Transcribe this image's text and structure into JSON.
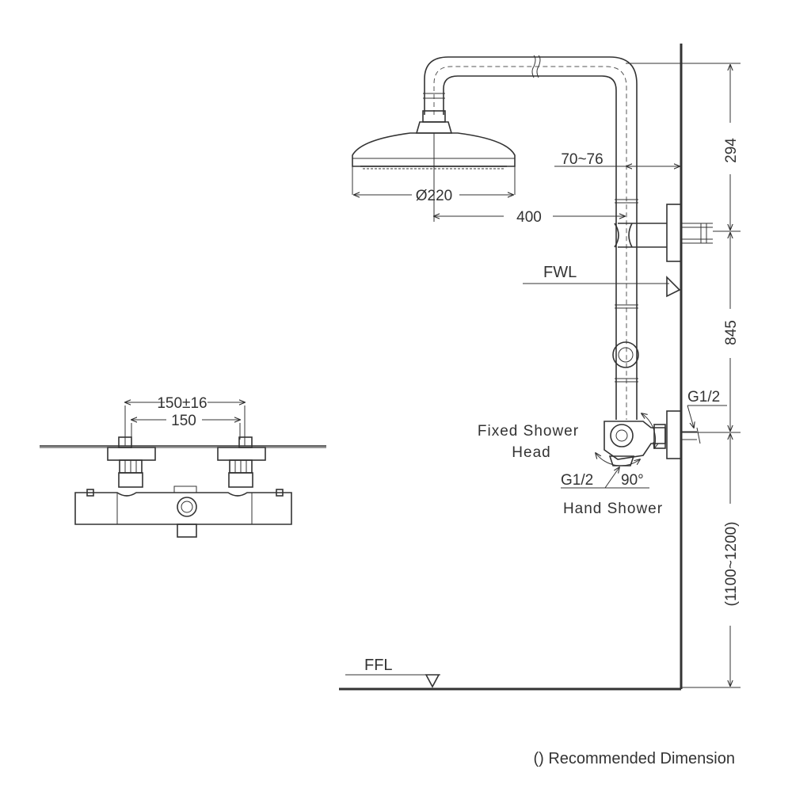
{
  "labels": {
    "dim_150_tol": "150±16",
    "dim_150": "150",
    "dim_70_76": "70~76",
    "dim_diameter": "Ø220",
    "dim_400": "400",
    "fwl": "FWL",
    "ffl": "FFL",
    "dim_294": "294",
    "dim_845": "845",
    "dim_1100_1200": "(1100~1200)",
    "g12_top": "G1/2",
    "g12_bottom": "G1/2",
    "angle_90": "90°",
    "fixed_shower_line1": "Fixed Shower",
    "fixed_shower_line2": "Head",
    "hand_shower": "Hand Shower",
    "footnote": "() Recommended Dimension"
  },
  "colors": {
    "line": "#333333",
    "background": "#ffffff"
  }
}
